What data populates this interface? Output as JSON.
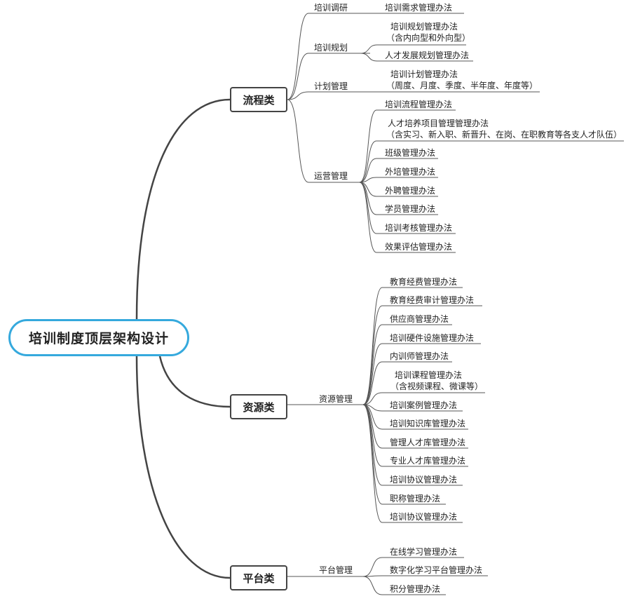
{
  "root": {
    "label": "培训制度顶层架构设计"
  },
  "categories": [
    {
      "label": "流程类",
      "subs": [
        {
          "label": "培训调研",
          "leaves": [
            {
              "lines": [
                "培训需求管理办法"
              ]
            }
          ]
        },
        {
          "label": "培训规划",
          "leaves": [
            {
              "lines": [
                "培训规划管理办法",
                "（含内向型和外向型）"
              ]
            },
            {
              "lines": [
                "人才发展规划管理办法"
              ]
            }
          ]
        },
        {
          "label": "计划管理",
          "leaves": [
            {
              "lines": [
                "培训计划管理办法",
                "（周度、月度、季度、半年度、年度等）"
              ]
            }
          ]
        },
        {
          "label": "运营管理",
          "leaves": [
            {
              "lines": [
                "培训流程管理办法"
              ]
            },
            {
              "lines": [
                "人才培养项目管理管理办法",
                "（含实习、新入职、新晋升、在岗、在职教育等各支人才队伍）"
              ]
            },
            {
              "lines": [
                "班级管理办法"
              ]
            },
            {
              "lines": [
                "外培管理办法"
              ]
            },
            {
              "lines": [
                "外聘管理办法"
              ]
            },
            {
              "lines": [
                "学员管理办法"
              ]
            },
            {
              "lines": [
                "培训考核管理办法"
              ]
            },
            {
              "lines": [
                "效果评估管理办法"
              ]
            }
          ]
        }
      ]
    },
    {
      "label": "资源类",
      "subs": [
        {
          "label": "资源管理",
          "leaves": [
            {
              "lines": [
                "教育经费管理办法"
              ]
            },
            {
              "lines": [
                "教育经费审计管理办法"
              ]
            },
            {
              "lines": [
                "供应商管理办法"
              ]
            },
            {
              "lines": [
                "培训硬件设施管理办法"
              ]
            },
            {
              "lines": [
                "内训师管理办法"
              ]
            },
            {
              "lines": [
                "培训课程管理办法",
                "（含视频课程、微课等）"
              ]
            },
            {
              "lines": [
                "培训案例管理办法"
              ]
            },
            {
              "lines": [
                "培训知识库管理办法"
              ]
            },
            {
              "lines": [
                "管理人才库管理办法"
              ]
            },
            {
              "lines": [
                "专业人才库管理办法"
              ]
            },
            {
              "lines": [
                "培训协议管理办法"
              ]
            },
            {
              "lines": [
                "职称管理办法"
              ]
            },
            {
              "lines": [
                "培训协议管理办法"
              ]
            }
          ]
        }
      ]
    },
    {
      "label": "平台类",
      "subs": [
        {
          "label": "平台管理",
          "leaves": [
            {
              "lines": [
                "在线学习管理办法"
              ]
            },
            {
              "lines": [
                "数字化学习平台管理办法"
              ]
            },
            {
              "lines": [
                "积分管理办法"
              ]
            }
          ]
        }
      ]
    }
  ]
}
